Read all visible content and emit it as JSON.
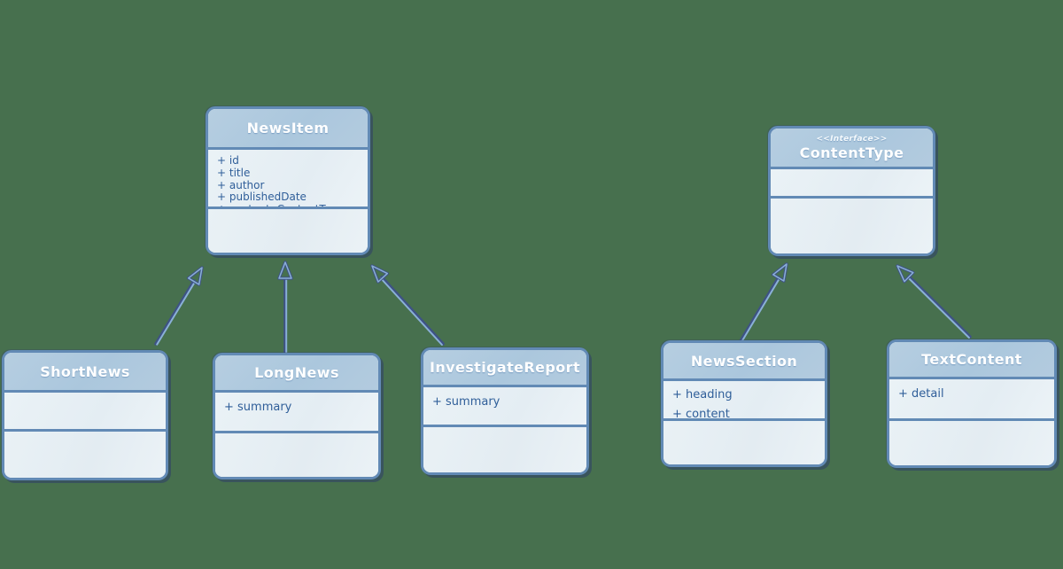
{
  "diagram": {
    "kind": "uml-class-diagram",
    "background_color": "#47704e",
    "colors": {
      "box_border": "#628ab5",
      "box_header_fill": "#b0cade",
      "box_body_fill": "#e9f1f5",
      "box_shadow": "#2e3e69",
      "title_text": "#ffffff",
      "attribute_text": "#2f5e99",
      "arrow_dark": "#3e5286",
      "arrow_light": "#8ab0d6"
    }
  },
  "classes": [
    {
      "id": "news-item",
      "name": "NewsItem",
      "stereotype": "",
      "attributes": [
        "+ id",
        "+ title",
        "+ author",
        "+ publishedDate",
        "+ content: ContentType"
      ],
      "methods": []
    },
    {
      "id": "content-type",
      "name": "ContentType",
      "stereotype": "<<Interface>>",
      "attributes": [],
      "methods": []
    },
    {
      "id": "short-news",
      "name": "ShortNews",
      "stereotype": "",
      "attributes": [],
      "methods": []
    },
    {
      "id": "long-news",
      "name": "LongNews",
      "stereotype": "",
      "attributes": [
        "+ summary"
      ],
      "methods": []
    },
    {
      "id": "investigate-report",
      "name": "InvestigateReport",
      "stereotype": "",
      "attributes": [
        "+ summary"
      ],
      "methods": []
    },
    {
      "id": "news-section",
      "name": "NewsSection",
      "stereotype": "",
      "attributes": [
        "+ heading",
        "+ content"
      ],
      "methods": []
    },
    {
      "id": "text-content",
      "name": "TextContent",
      "stereotype": "",
      "attributes": [
        "+ detail"
      ],
      "methods": []
    }
  ],
  "relationships": [
    {
      "from": "ShortNews",
      "to": "NewsItem",
      "type": "generalization",
      "arrowhead": "open-triangle"
    },
    {
      "from": "LongNews",
      "to": "NewsItem",
      "type": "generalization",
      "arrowhead": "open-triangle"
    },
    {
      "from": "InvestigateReport",
      "to": "NewsItem",
      "type": "generalization",
      "arrowhead": "open-triangle"
    },
    {
      "from": "NewsSection",
      "to": "ContentType",
      "type": "realization",
      "arrowhead": "open-triangle"
    },
    {
      "from": "TextContent",
      "to": "ContentType",
      "type": "realization",
      "arrowhead": "open-triangle"
    }
  ]
}
